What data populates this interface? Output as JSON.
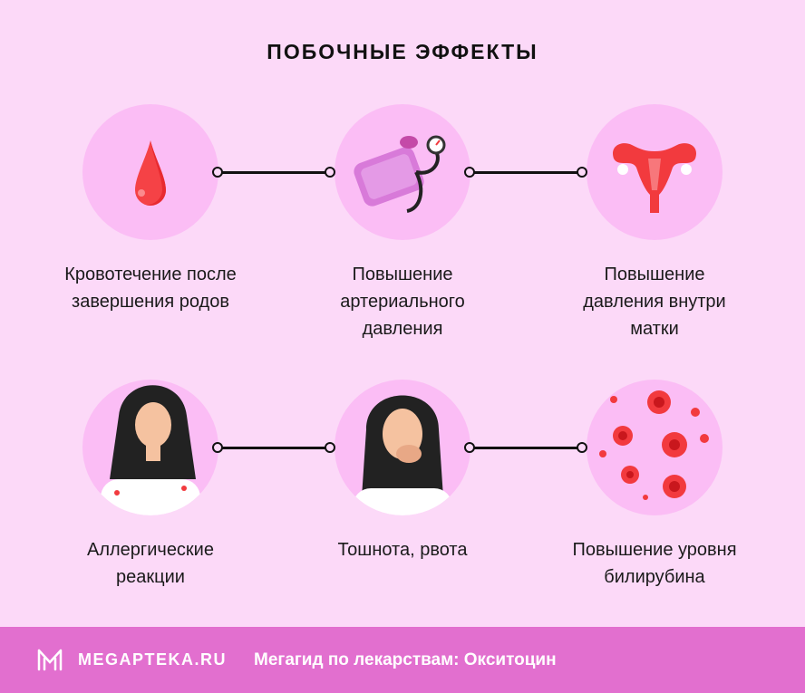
{
  "title": "ПОБОЧНЫЕ ЭФФЕКТЫ",
  "effects": [
    {
      "label": "Кровотечение после завершения родов",
      "icon": "blood-drop-icon"
    },
    {
      "label": "Повышение артериального давления",
      "icon": "blood-pressure-monitor-icon"
    },
    {
      "label": "Повышение давления внутри матки",
      "icon": "uterus-icon"
    },
    {
      "label": "Аллергические реакции",
      "icon": "allergy-woman-icon"
    },
    {
      "label": "Тошнота, рвота",
      "icon": "nausea-woman-icon"
    },
    {
      "label": "Повышение уровня билирубина",
      "icon": "blood-cells-icon"
    }
  ],
  "footer": {
    "brand": "MEGAPTEKA.RU",
    "tagline": "Мегагид по лекарствам: Окситоцин"
  },
  "colors": {
    "background": "#fcd9f8",
    "circle": "#fbbdf5",
    "footer": "#e26fcf",
    "red": "#f23a3e"
  }
}
